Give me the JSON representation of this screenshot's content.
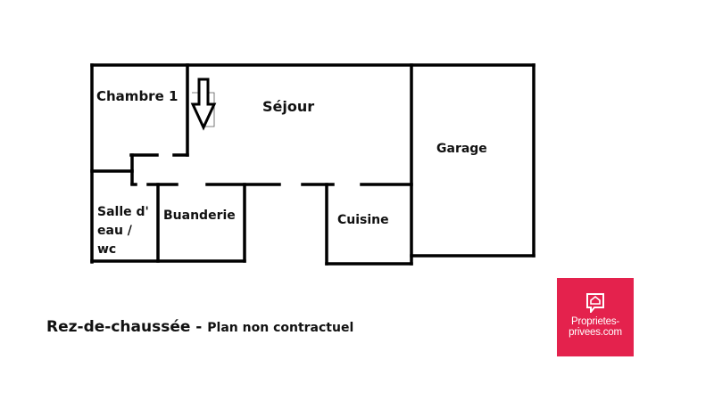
{
  "floor_plan": {
    "rooms": [
      {
        "id": "chambre-1",
        "label": "Chambre 1"
      },
      {
        "id": "sejour",
        "label": "Séjour"
      },
      {
        "id": "garage",
        "label": "Garage"
      },
      {
        "id": "salle-eau",
        "label_lines": [
          "Salle d'",
          "eau /",
          "wc"
        ]
      },
      {
        "id": "buanderie",
        "label": "Buanderie"
      },
      {
        "id": "cuisine",
        "label": "Cuisine"
      }
    ],
    "entrance_arrow": "down-arrow-icon",
    "wall_color": "#000000"
  },
  "caption": {
    "level": "Rez-de-chaussée",
    "separator": " - ",
    "note": "Plan non contractuel"
  },
  "logo": {
    "line1": "Proprietes-",
    "line2": "privees.com",
    "background": "#e4224d",
    "icon": "house-icon"
  }
}
